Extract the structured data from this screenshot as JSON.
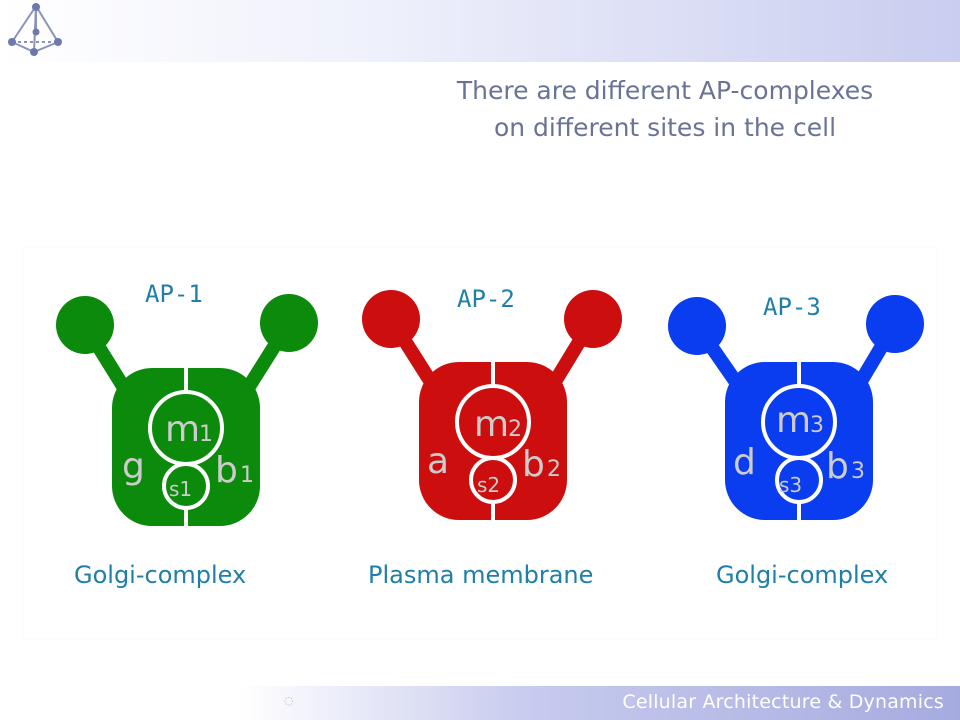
{
  "slide": {
    "title_line1": "There are different AP-complexes",
    "title_line2": "on different sites in the cell",
    "footer_brand": "Cellular Architecture & Dynamics"
  },
  "complexes": [
    {
      "name": "AP-1",
      "site": "Golgi-complex",
      "color": "#0b8a0b",
      "subunits": {
        "left": "g",
        "top": "m",
        "top_index": "1",
        "right": "b",
        "right_index": "1",
        "bottom": "s1"
      }
    },
    {
      "name": "AP-2",
      "site": "Plasma membrane",
      "color": "#cc0e0e",
      "subunits": {
        "left": "a",
        "top": "m",
        "top_index": "2",
        "right": "b",
        "right_index": "2",
        "bottom": "s2"
      }
    },
    {
      "name": "AP-3",
      "site": "Golgi-complex",
      "color": "#0a3cf0",
      "subunits": {
        "left": "d",
        "top": "m",
        "top_index": "3",
        "right": "b",
        "right_index": "3",
        "bottom": "s3"
      }
    }
  ]
}
